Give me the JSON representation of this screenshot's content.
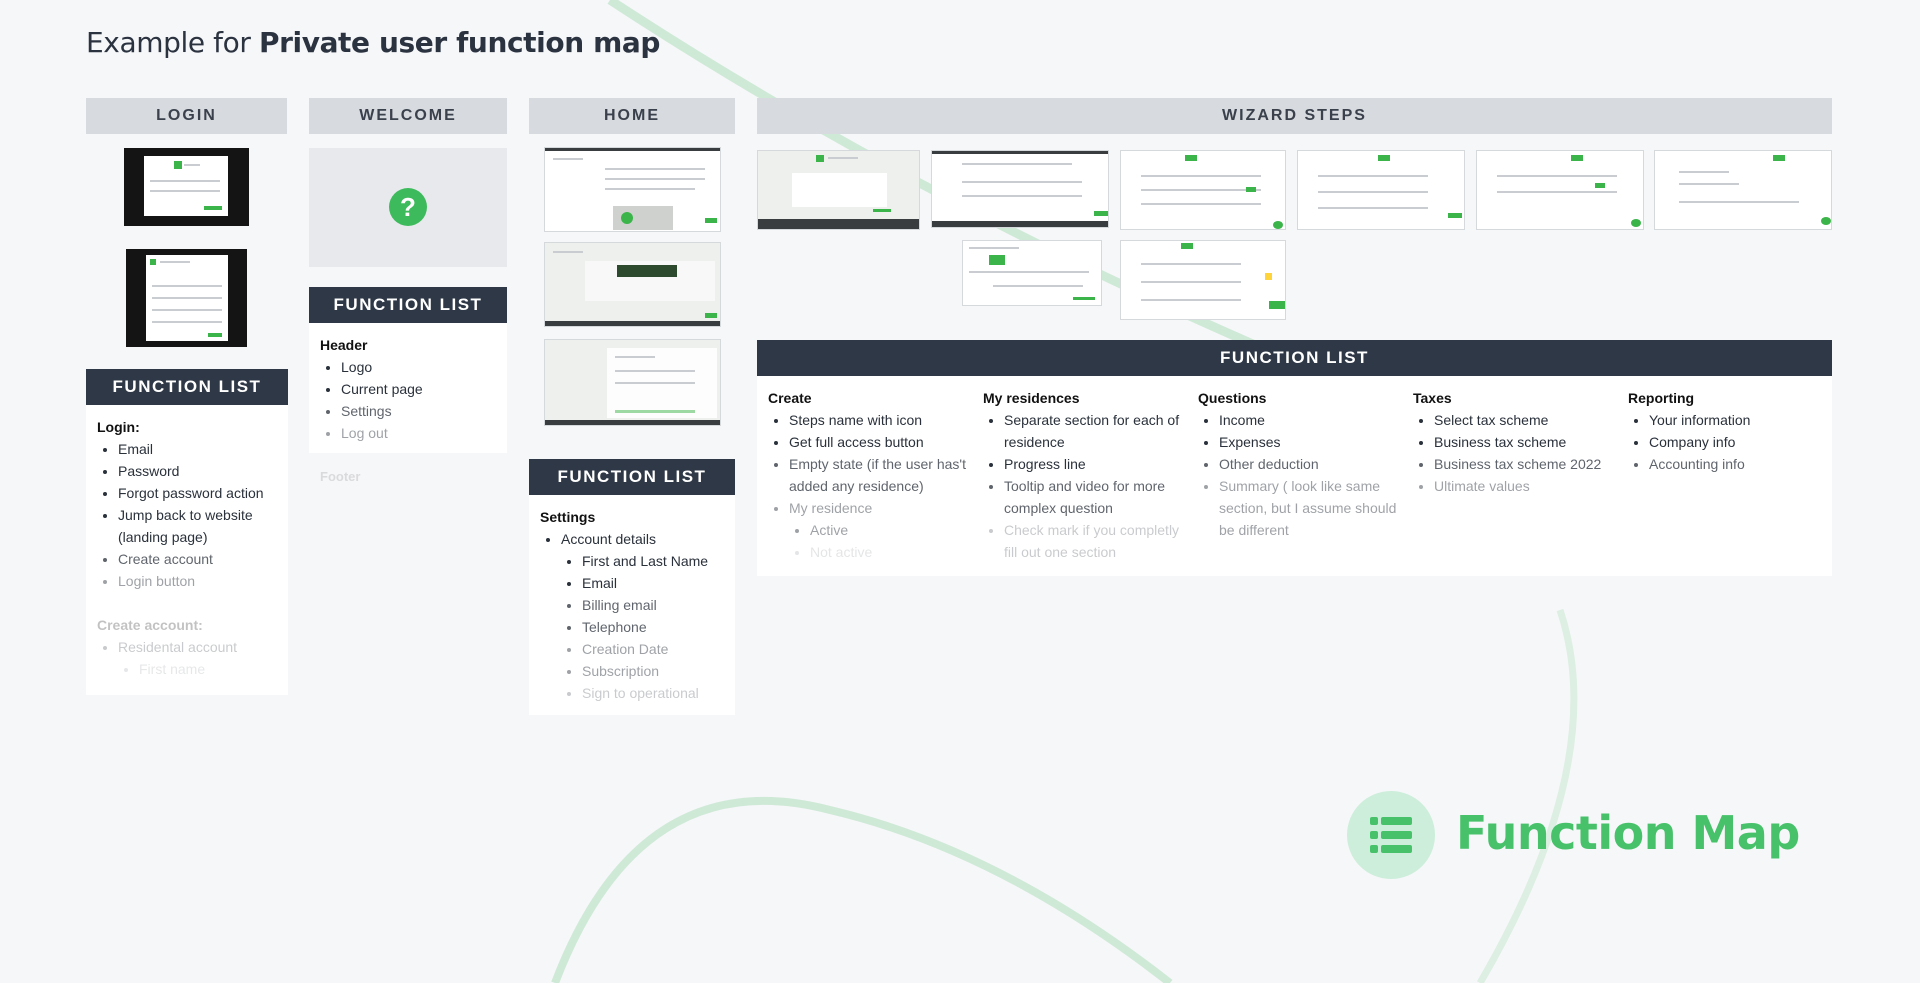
{
  "page": {
    "title_prefix": "Example for ",
    "title_bold": "Private user function map"
  },
  "columns": {
    "login": "LOGIN",
    "welcome": "WELCOME",
    "home": "HOME",
    "wizard": "WIZARD STEPS"
  },
  "function_list_label": "FUNCTION LIST",
  "login_list": {
    "heading": "Login:",
    "items": [
      "Email",
      "Password",
      "Forgot password action",
      "Jump back to website (landing page)",
      "Create account",
      "Login button"
    ],
    "heading2": "Create account:",
    "items2": [
      "Residental account"
    ],
    "sub_items2": [
      "First name"
    ]
  },
  "welcome_list": {
    "heading": "Header",
    "items": [
      "Logo",
      "Current page",
      "Settings",
      "Log out"
    ],
    "footer": "Footer"
  },
  "home_list": {
    "heading": "Settings",
    "item": "Account details",
    "sub_items": [
      "First and Last Name",
      "Email",
      "Billing email",
      "Telephone",
      "Creation Date",
      "Subscription",
      "Sign to operational"
    ]
  },
  "wizard_lists": [
    {
      "heading": "Create",
      "items": [
        "Steps name with icon",
        "Get full access button",
        "Empty state (if the user has't added any residence)",
        "My residence"
      ],
      "sub_items": [
        "Active",
        "Not active"
      ]
    },
    {
      "heading": "My residences",
      "items": [
        "Separate section for each of residence",
        "Progress line",
        "Tooltip and video for more complex question",
        "Check mark if you completly fill out one section"
      ]
    },
    {
      "heading": "Questions",
      "items": [
        "Income",
        "Expenses",
        "Other deduction",
        "Summary ( look like same section, but I assume should be  different"
      ]
    },
    {
      "heading": "Taxes",
      "items": [
        "Select tax scheme",
        "Business tax scheme",
        "Business tax scheme 2022",
        "Ultimate values"
      ]
    },
    {
      "heading": "Reporting",
      "items": [
        "Your information",
        "Company info",
        "Accounting info"
      ]
    }
  ],
  "brand": {
    "label": "Function Map",
    "icon": "list-icon",
    "accent": "#47c26a",
    "dark": "#2e3846"
  }
}
